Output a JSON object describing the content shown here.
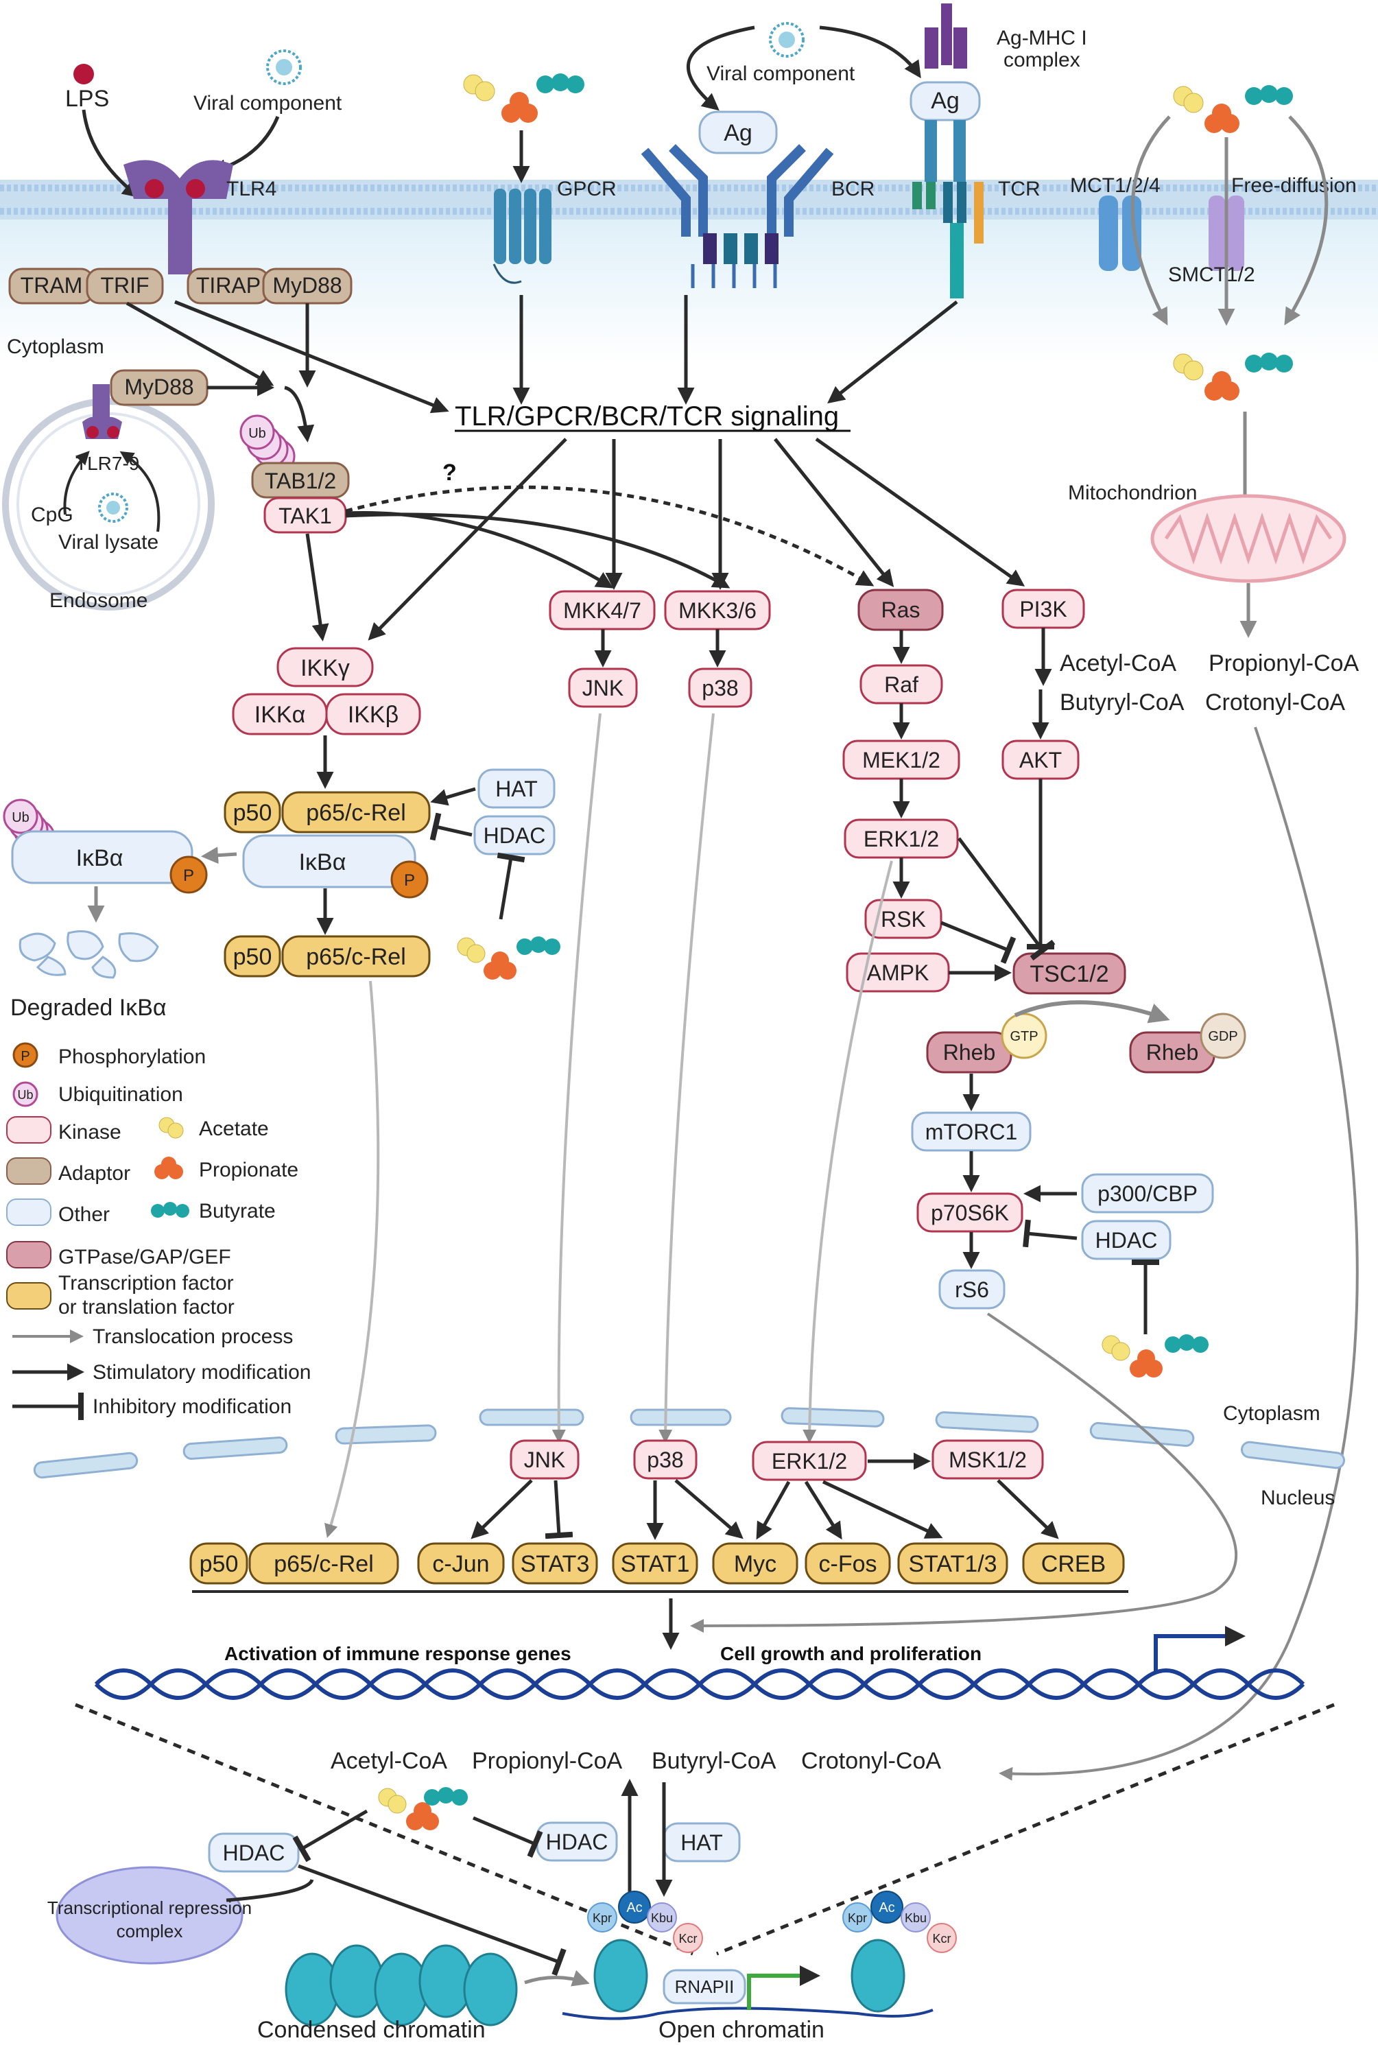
{
  "receptors": {
    "lps": "LPS",
    "viral_component_left": "Viral component",
    "viral_component_top": "Viral component",
    "tlr4": "TLR4",
    "gpcr": "GPCR",
    "ag_bcr": "Ag",
    "bcr": "BCR",
    "ag_mhc_label_1": "Ag-MHC I",
    "ag_mhc_label_2": "complex",
    "ag_tcr": "Ag",
    "tcr": "TCR",
    "mct": "MCT1/2/4",
    "free_diffusion": "Free-diffusion",
    "smct": "SMCT1/2"
  },
  "adaptors": {
    "tram": "TRAM",
    "trif": "TRIF",
    "tirap": "TIRAP",
    "myd88": "MyD88",
    "myd88_endo": "MyD88"
  },
  "endosome": {
    "cytoplasm": "Cytoplasm",
    "tlr79": "TLR7-9",
    "cpg": "CpG",
    "viral_lysate": "Viral lysate",
    "endosome": "Endosome"
  },
  "signaling_title": "TLR/GPCR/BCR/TCR signaling",
  "question_mark": "?",
  "nodes": {
    "ub": "Ub",
    "tab": "TAB1/2",
    "tak1": "TAK1",
    "ikkg": "IKKγ",
    "ikka": "IKKα",
    "ikkb": "IKKβ",
    "mkk47": "MKK4/7",
    "mkk36": "MKK3/6",
    "jnk": "JNK",
    "p38": "p38",
    "ras": "Ras",
    "raf": "Raf",
    "mek": "MEK1/2",
    "erk": "ERK1/2",
    "rsk": "RSK",
    "ampk": "AMPK",
    "tsc": "TSC1/2",
    "pi3k": "PI3K",
    "akt": "AKT",
    "rheb_gtp": "Rheb",
    "gtp": "GTP",
    "rheb_gdp": "Rheb",
    "gdp": "GDP",
    "mtorc1": "mTORC1",
    "p70s6k": "p70S6K",
    "p300": "p300/CBP",
    "hdac_mtor": "HDAC",
    "rs6": "rS6",
    "p50_top": "p50",
    "p65_top": "p65/c-Rel",
    "ikba_mid": "IκBα",
    "p_mid": "P",
    "ub_left": "Ub",
    "ikba_left": "IκBα",
    "p_left": "P",
    "degraded": "Degraded IκBα",
    "hat_nfkb": "HAT",
    "hdac_nfkb": "HDAC",
    "p50_mid": "p50",
    "p65_mid": "p65/c-Rel"
  },
  "mito": {
    "label": "Mitochondrion",
    "acetyl": "Acetyl-CoA",
    "propionyl": "Propionyl-CoA",
    "butyryl": "Butyryl-CoA",
    "crotonyl": "Crotonyl-CoA"
  },
  "legend": {
    "p_symbol": "P",
    "phosphorylation": "Phosphorylation",
    "ub_symbol": "Ub",
    "ubiquitination": "Ubiquitination",
    "kinase": "Kinase",
    "acetate": "Acetate",
    "adaptor": "Adaptor",
    "propionate": "Propionate",
    "other": "Other",
    "butyrate": "Butyrate",
    "gtpase": "GTPase/GAP/GEF",
    "tf_1": "Transcription factor",
    "tf_2": "or translation factor",
    "translocation": "Translocation process",
    "stimulatory": "Stimulatory modification",
    "inhibitory": "Inhibitory modification"
  },
  "compartments": {
    "cytoplasm": "Cytoplasm",
    "nucleus": "Nucleus"
  },
  "nuclear": {
    "jnk": "JNK",
    "p38": "p38",
    "erk": "ERK1/2",
    "msk": "MSK1/2",
    "p50": "p50",
    "p65": "p65/c-Rel",
    "cjun": "c-Jun",
    "stat3": "STAT3",
    "stat1": "STAT1",
    "myc": "Myc",
    "cfos": "c-Fos",
    "stat13": "STAT1/3",
    "creb": "CREB"
  },
  "genes": {
    "immune": "Activation of immune response genes",
    "growth": "Cell growth and proliferation"
  },
  "chromatin": {
    "acetyl": "Acetyl-CoA",
    "propionyl": "Propionyl-CoA",
    "butyryl": "Butyryl-CoA",
    "crotonyl": "Crotonyl-CoA",
    "hdac_left": "HDAC",
    "hdac_mid": "HDAC",
    "hat": "HAT",
    "repression_1": "Transcriptional repression",
    "repression_2": "complex",
    "kpr": "Kpr",
    "ac": "Ac",
    "kbu": "Kbu",
    "kcr": "Kcr",
    "rnapii": "RNAPII",
    "condensed": "Condensed chromatin",
    "open": "Open chromatin"
  },
  "colors": {
    "kinase_fill": "#fbe3e8",
    "kinase_stroke": "#b3344f",
    "adaptor_fill": "#cdb9a1",
    "adaptor_stroke": "#8a5f4a",
    "other_fill": "#e8f1fb",
    "other_stroke": "#8fb0d3",
    "gtpase_fill": "#d9a0ab",
    "gtpase_stroke": "#8a3344",
    "tf_fill": "#f4cf79",
    "tf_stroke": "#6d4c12",
    "acetate": "#f6e27b",
    "propionate": "#ea6a32",
    "butyrate": "#1fa5a5",
    "membrane": "#a9c9e8",
    "tlr": "#7a5ba5",
    "bcr": "#3b6cb0",
    "dna": "#1b3f94",
    "nucleosome": "#36b5c9"
  }
}
